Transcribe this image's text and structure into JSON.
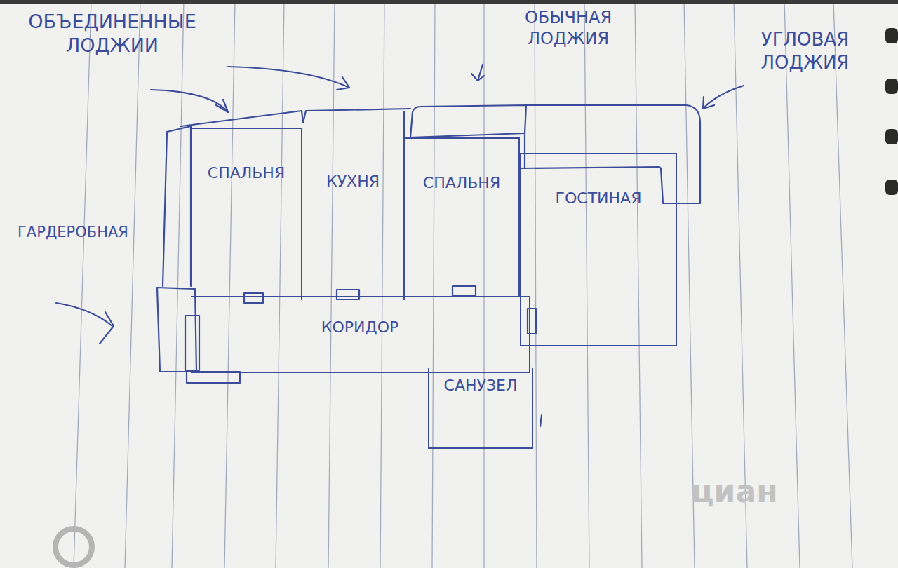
{
  "diagram": {
    "nodes": [
      {
        "text": [
          "СПАЛЬНЯ"
        ]
      },
      {
        "text": [
          "КУХНЯ"
        ]
      },
      {
        "text": [
          "СПАЛЬНЯ"
        ]
      },
      {
        "text": [
          "ГОСТИНАЯ"
        ]
      },
      {
        "text": [
          "КОРИДОР"
        ]
      },
      {
        "text": [
          "САНУЗЕЛ"
        ]
      }
    ],
    "labels": [
      "ОБЪЕДИНЕННЫЕ ЛОДЖИИ",
      "ОБЫЧНАЯ ЛОДЖИЯ",
      "УГЛОВАЯ ЛОДЖИЯ",
      "ГАРДЕРОБНАЯ",
      "циан"
    ]
  }
}
